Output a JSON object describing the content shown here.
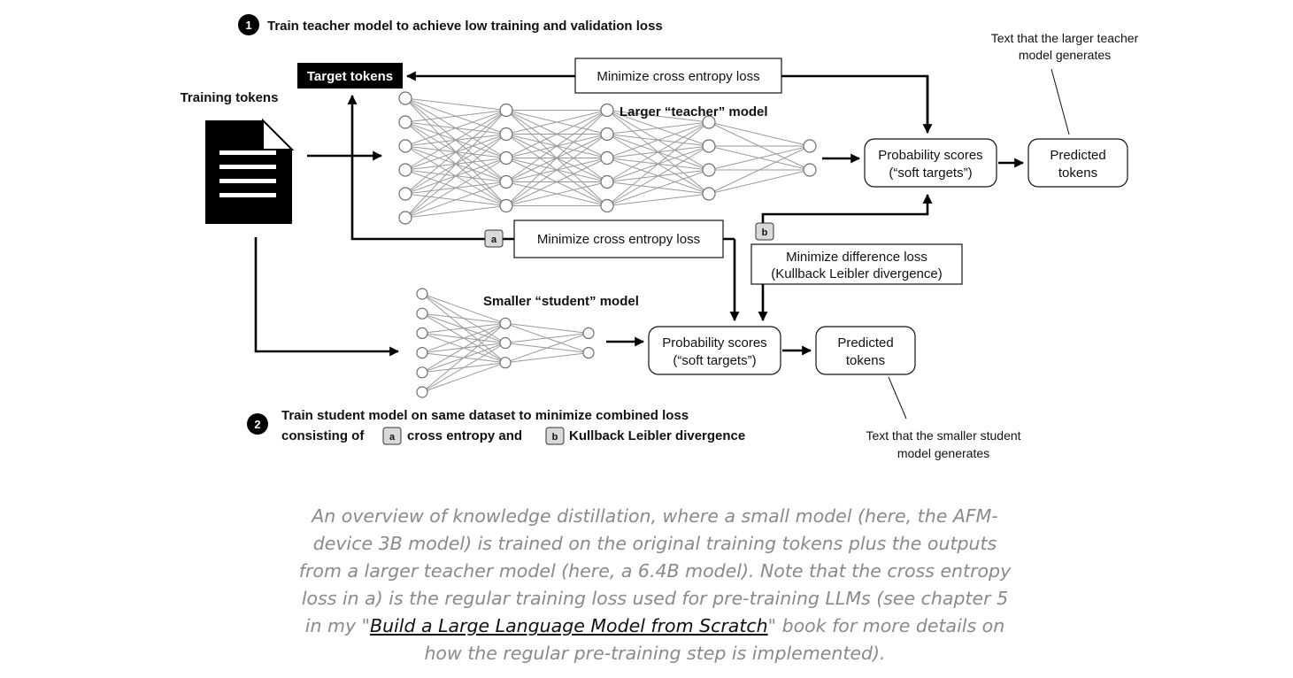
{
  "step1": {
    "badge": "1",
    "title": "Train teacher model to achieve low training and validation loss"
  },
  "step2": {
    "badge": "2",
    "line1": "Train student model on same dataset to minimize combined loss",
    "line2_prefix": "consisting of",
    "line2_mid": "cross entropy and",
    "line2_suffix": "Kullback Leibler divergence"
  },
  "labels": {
    "target_tokens": "Target tokens",
    "training_tokens": "Training tokens",
    "teacher_model": "Larger “teacher” model",
    "student_model": "Smaller “student” model",
    "min_ce_top": "Minimize cross entropy loss",
    "min_ce_mid": "Minimize cross entropy loss",
    "kl_line1": "Minimize difference loss",
    "kl_line2": "(Kullback Leibler divergence)",
    "prob_teacher_1": "Probability scores",
    "prob_teacher_2": "(“soft targets”)",
    "pred_teacher_1": "Predicted",
    "pred_teacher_2": "tokens",
    "prob_student_1": "Probability scores",
    "prob_student_2": "(“soft targets”)",
    "pred_student_1": "Predicted",
    "pred_student_2": "tokens",
    "teacher_text_1": "Text that the larger teacher",
    "teacher_text_2": "model generates",
    "student_text_1": "Text that the smaller student",
    "student_text_2": "model generates",
    "tag_a": "a",
    "tag_b": "b"
  },
  "caption": {
    "before": "An overview of knowledge distillation, where a small model (here, the AFM-device 3B model) is trained on the original training tokens plus the outputs from a larger teacher model (here, a 6.4B model). Note that the cross entropy loss in a) is the regular training loss used for pre-training LLMs (see chapter 5 in my \"",
    "link": "Build a Large Language Model from Scratch",
    "after": "\" book for more details on how the regular pre-training step is implemented)."
  },
  "networks": {
    "teacher_layers": [
      6,
      5,
      5,
      4,
      2
    ],
    "student_layers": [
      6,
      3,
      2
    ]
  }
}
